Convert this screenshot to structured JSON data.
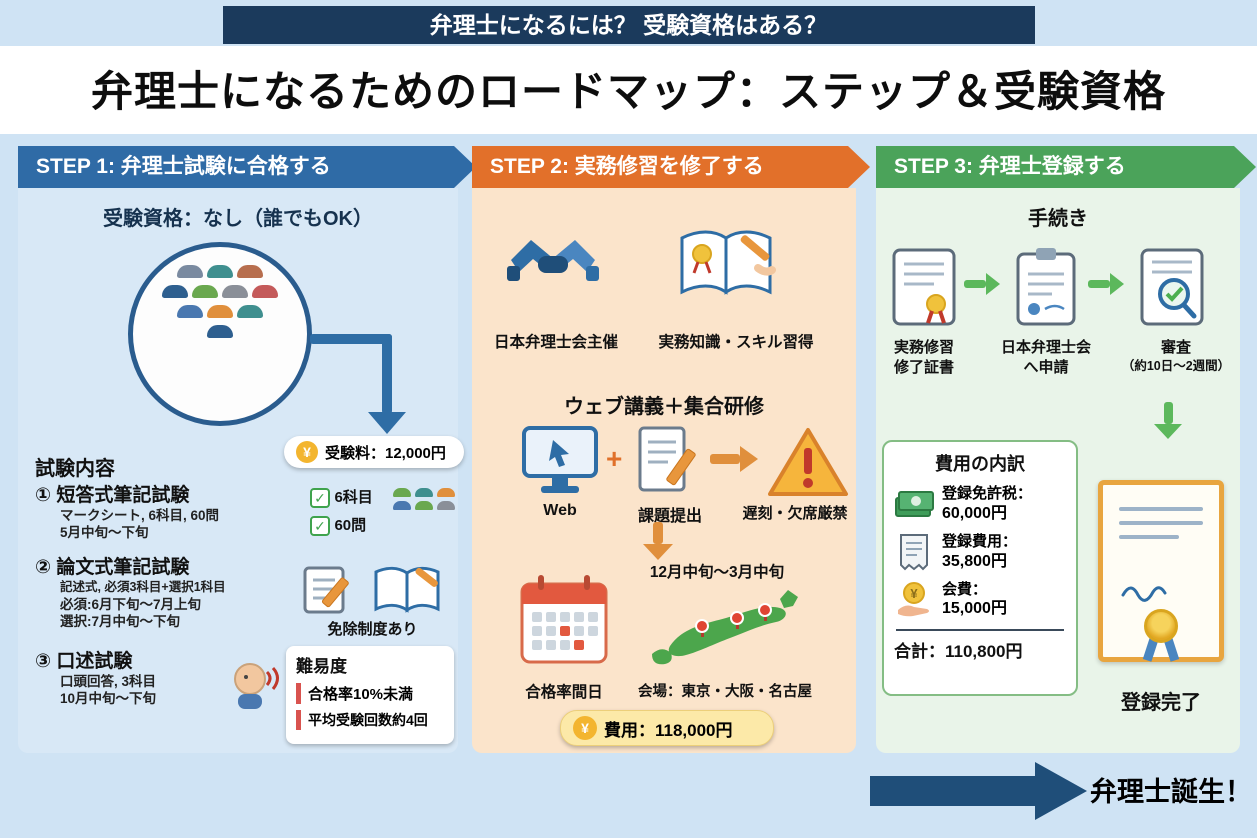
{
  "page": {
    "banner": "弁理士になるには？ 受験資格はある？",
    "title": "弁理士になるためのロードマップ：ステップ＆受験資格",
    "birth": "弁理士誕生！"
  },
  "icons": {
    "yen": "¥",
    "check": "✓",
    "plus": "+"
  },
  "step1": {
    "header": "STEP 1: 弁理士試験に合格する",
    "eligibility": "受験資格：なし（誰でもOK）",
    "fee_label": "受験料：12,000円",
    "content_title": "試験内容",
    "items": [
      {
        "title": "① 短答式筆記試験",
        "lines": [
          "マークシート, 6科目, 60問",
          "5月中旬〜下旬"
        ]
      },
      {
        "title": "② 論文式筆記試験",
        "lines": [
          "記述式, 必須3科目+選択1科目",
          "必須:6月下旬〜7月上旬",
          "選択:7月中旬〜下旬"
        ]
      },
      {
        "title": "③ 口述試験",
        "lines": [
          "口頭回答, 3科目",
          "10月中旬〜下旬"
        ]
      }
    ],
    "check1": "6科目",
    "check2": "60問",
    "exemption": "免除制度あり",
    "difficulty_title": "難易度",
    "difficulty1": "合格率10%未満",
    "difficulty2": "平均受験回数約4回"
  },
  "step2": {
    "header": "STEP 2: 実務修習を修了する",
    "host": "日本弁理士会主催",
    "skill": "実務知識・スキル習得",
    "training": "ウェブ講義＋集合研修",
    "web": "Web",
    "task": "課題提出",
    "warning": "遅刻・欠席厳禁",
    "period": "12月中旬〜3月中旬",
    "calendar_caption": "合格率間日",
    "venues": "会場：東京・大阪・名古屋",
    "cost": "費用：118,000円"
  },
  "step3": {
    "header": "STEP 3: 弁理士登録する",
    "procedure": "手続き",
    "docs": [
      {
        "line1": "実務修習",
        "line2": "修了証書"
      },
      {
        "line1": "日本弁理士会",
        "line2": "へ申請"
      },
      {
        "line1": "審査",
        "line2": "（約10日〜2週間）"
      }
    ],
    "cost_title": "費用の内訳",
    "costs": [
      {
        "label": "登録免許税：",
        "amount": "60,000円"
      },
      {
        "label": "登録費用：",
        "amount": "35,800円"
      },
      {
        "label": "会費：",
        "amount": "15,000円"
      }
    ],
    "total": "合計：110,800円",
    "done": "登録完了"
  }
}
